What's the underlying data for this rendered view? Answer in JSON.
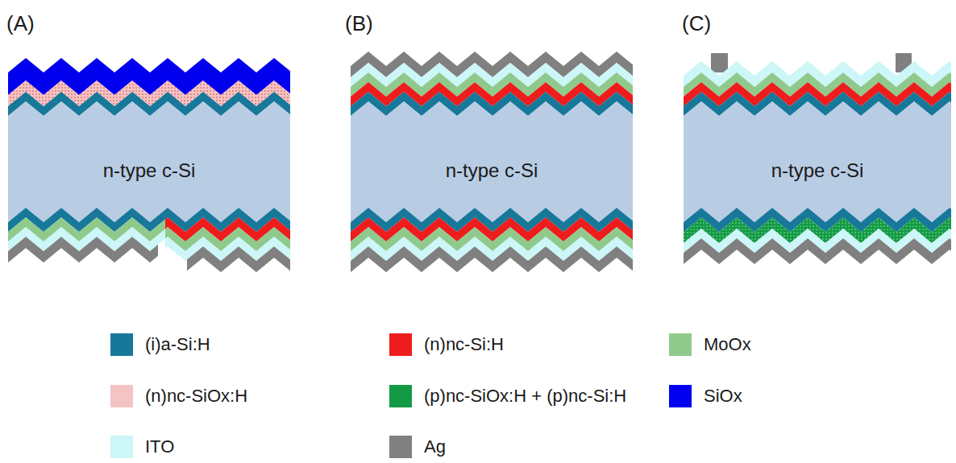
{
  "diagram": {
    "nodes": [
      {
        "text": [
          "n-type c-Si"
        ]
      },
      {
        "text": [
          "n-type c-Si"
        ]
      },
      {
        "text": [
          "n-type c-Si"
        ]
      }
    ],
    "labels": [
      "(A)",
      "(B)",
      "(C)"
    ],
    "legend": [
      {
        "text": "(i)a-Si:H",
        "color": "#17789a"
      },
      {
        "text": "(n)nc-Si:H",
        "color": "#ee1c1c"
      },
      {
        "text": "MoOx",
        "color": "#8fca8c"
      },
      {
        "text": "(n)nc-SiOx:H",
        "color": "#f4c4c4"
      },
      {
        "text": "(p)nc-SiOx:H + (p)nc-Si:H",
        "color": "#129a45"
      },
      {
        "text": "SiOx",
        "color": "#0000ee"
      },
      {
        "text": "ITO",
        "color": "#ccf6f8"
      },
      {
        "text": "Ag",
        "color": "#808080"
      }
    ]
  }
}
